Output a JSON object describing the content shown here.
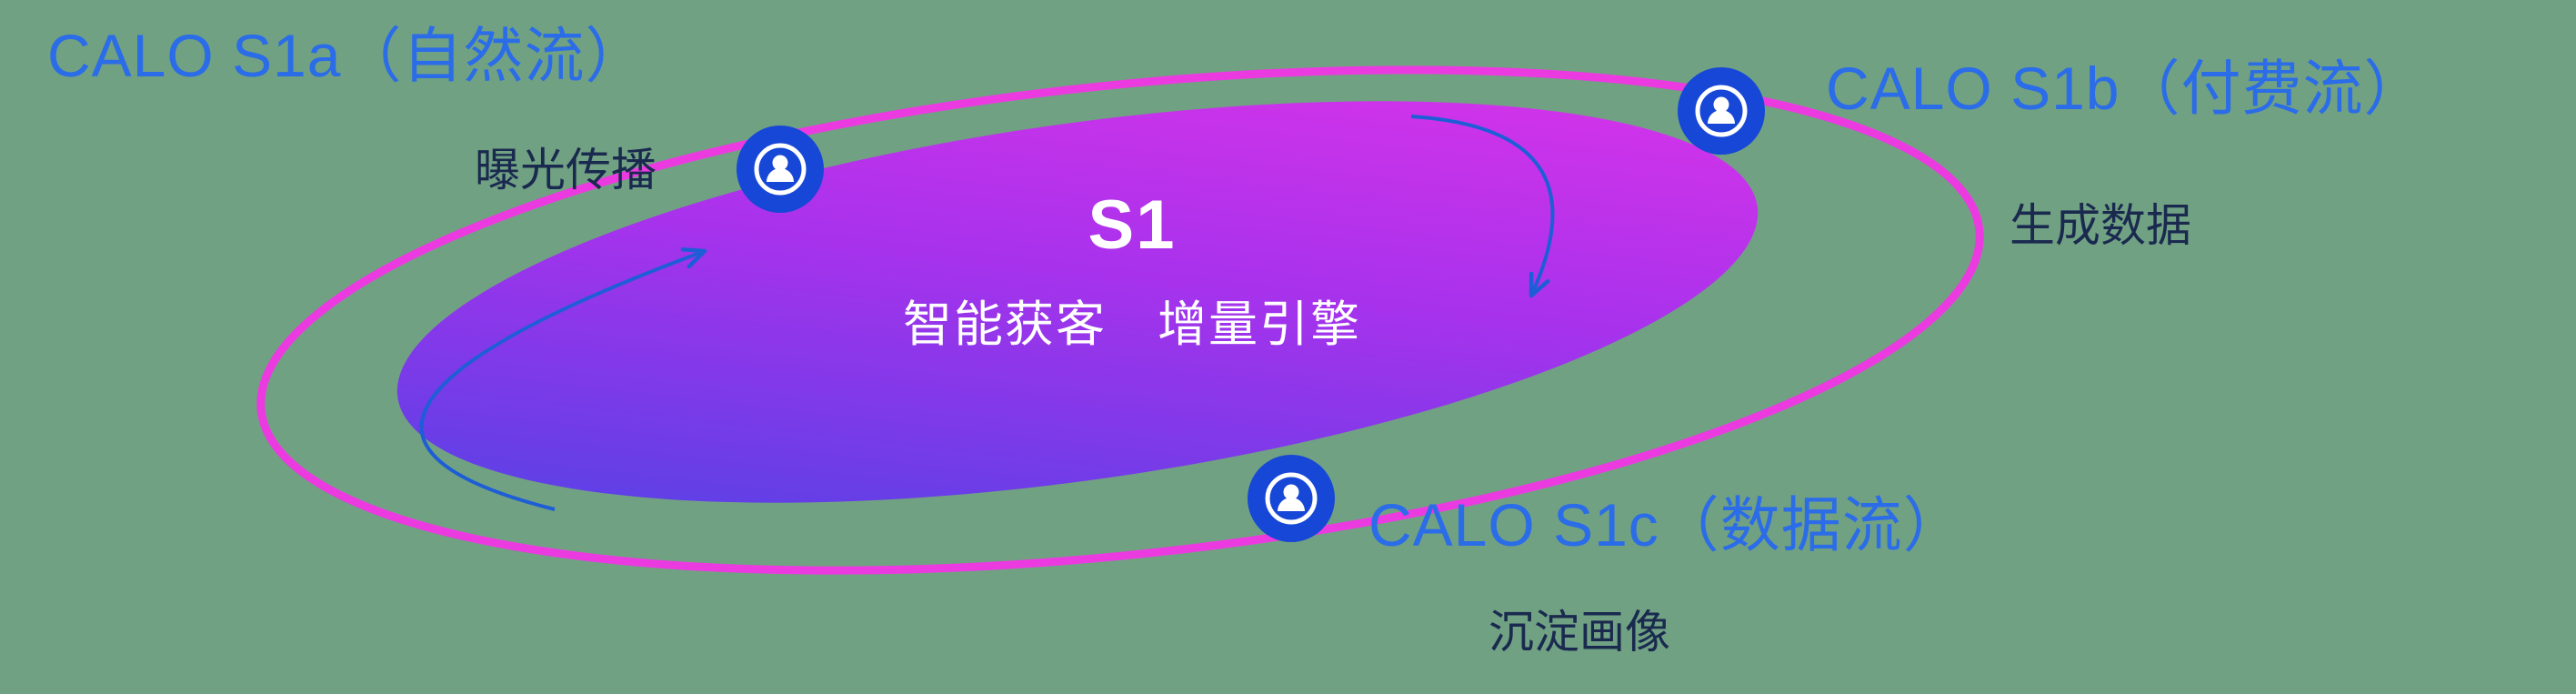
{
  "colors": {
    "bg": "#71A183",
    "label-blue": "#2B6CE8",
    "dark-text": "#1A2A4F",
    "node-blue": "#1747D6",
    "ring-magenta": "#EC3AE1",
    "arrow-blue": "#1D5ED6",
    "grad-start": "#4744E4",
    "grad-mid": "#A832EC",
    "grad-end": "#E134E8",
    "center-text": "#FFFFFF"
  },
  "center": {
    "title": "S1",
    "tagline": "智能获客　增量引擎"
  },
  "nodes": [
    {
      "id": "s1a",
      "label": "CALO S1a（自然流）",
      "subtitle": "曝光传播",
      "icon": "user-circle-icon"
    },
    {
      "id": "s1b",
      "label": "CALO S1b（付费流）",
      "subtitle": "生成数据",
      "icon": "user-circle-icon"
    },
    {
      "id": "s1c",
      "label": "CALO S1c（数据流）",
      "subtitle": "沉淀画像",
      "icon": "user-circle-icon"
    }
  ]
}
